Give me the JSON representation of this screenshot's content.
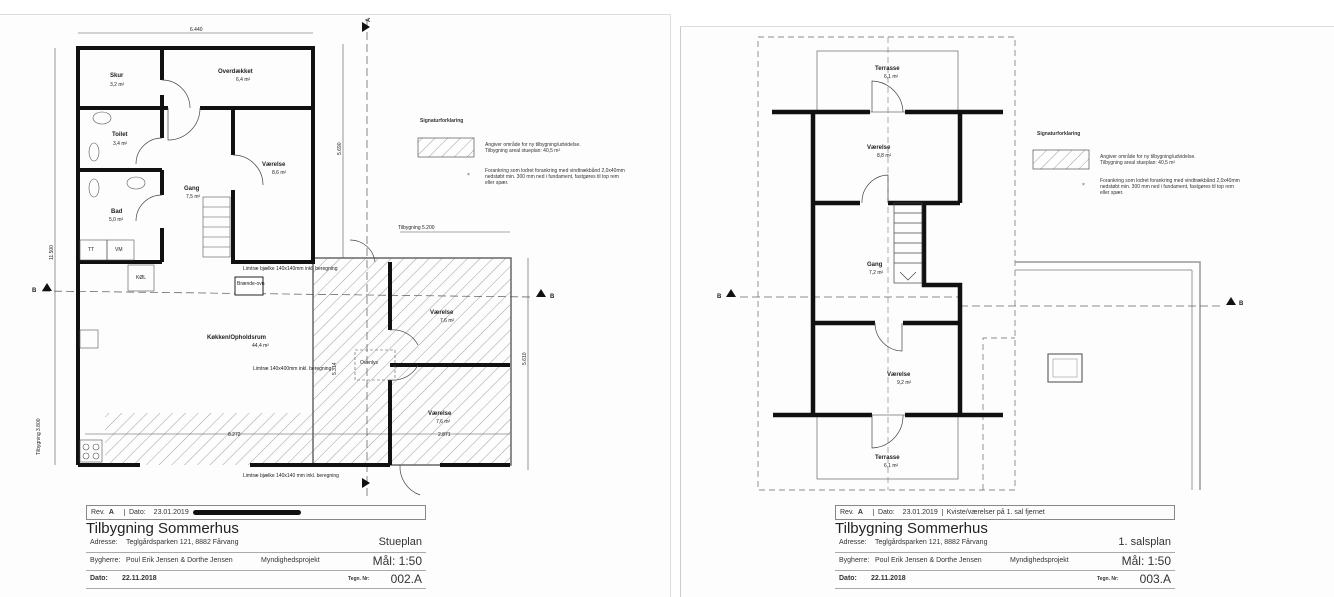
{
  "left_sheet": {
    "rooms": [
      {
        "name": "Skur",
        "area": "3,2 m²"
      },
      {
        "name": "Overdækket",
        "area": "6,4 m²"
      },
      {
        "name": "Toilet",
        "area": "3,4 m²"
      },
      {
        "name": "Værelse",
        "area": "8,6 m²"
      },
      {
        "name": "Gang",
        "area": "7,5 m²"
      },
      {
        "name": "Bad",
        "area": "5,0 m²"
      },
      {
        "name": "Køkken/Opholdsrum",
        "area": "44,4 m²"
      },
      {
        "name": "Værelse",
        "area": "7,6 m²"
      },
      {
        "name": "Værelse",
        "area": "7,6 m²"
      }
    ],
    "fixtures": {
      "tt": "TT",
      "vm": "VM",
      "kol": "KØL",
      "stove": "Brænde-ovn",
      "overlys": "Ovenlys"
    },
    "dimensions": {
      "top": "6.440",
      "left": "11.500",
      "right_upper": "5.690",
      "right_lower": "5.610",
      "tilbygning": "Tilbygning 5.200",
      "bottom_a": "8.272",
      "bottom_b": "2.871",
      "inner": "5.314",
      "tilbygning_left": "Tilbygning 3.800"
    },
    "notes": {
      "lintel1": "Limtræ bjælke 140x140mm inkl. beregning",
      "lintel2": "Limtræ 140x400mm inkl. beregning",
      "lintel3": "Limtræ bjælke 140x140 mm inkl. beregning"
    },
    "section_marks": {
      "a": "A",
      "b": "B"
    },
    "legend": {
      "title": "Signaturforklaring",
      "hatch_text_1": "Angiver område for ny tilbygning/udvidelse.",
      "hatch_text_2": "Tilbygning areal stueplan: 40,5 m²",
      "anchor_text_1": "Forankring som lodret forankring med vindtrækbånd 2,0x40mm",
      "anchor_text_2": "nedstøbt min. 300 mm ned i fundament, fastgøres til top rem",
      "anchor_text_3": "eller spær.",
      "anchor_symbol": "×"
    },
    "title_block": {
      "rev_label": "Rev.",
      "rev": "A",
      "date_label": "Dato:",
      "rev_date": "23.01.2019",
      "title": "Tilbygning Sommerhus",
      "address_label": "Adresse:",
      "address": "Teglgårdsparken 121, 8882 Fårvang",
      "plan": "Stueplan",
      "client_label": "Bygherre:",
      "client": "Poul Erik Jensen & Dorthe Jensen",
      "project_type": "Myndighedsprojekt",
      "scale": "Mål: 1:50",
      "date": "22.11.2018",
      "drawing_no_label": "Tegn. Nr:",
      "drawing_no": "002.A"
    }
  },
  "right_sheet": {
    "rooms": [
      {
        "name": "Terrasse",
        "area": "6,1 m²"
      },
      {
        "name": "Værelse",
        "area": "8,8 m²"
      },
      {
        "name": "Gang",
        "area": "7,2 m²"
      },
      {
        "name": "Værelse",
        "area": "9,2 m²"
      },
      {
        "name": "Terrasse",
        "area": "6,1 m²"
      }
    ],
    "section_marks": {
      "b": "B"
    },
    "legend": {
      "title": "Signaturforklaring",
      "hatch_text_1": "Angiver område for ny tilbygning/udvidelse.",
      "hatch_text_2": "Tilbygning areal stueplan: 40,5 m²",
      "anchor_text_1": "Forankring som lodret forankring med vindtrækbånd 2,0x40mm",
      "anchor_text_2": "nedstøbt min. 300 mm ned i fundament, fastgøres til top rem",
      "anchor_text_3": "eller spær.",
      "anchor_symbol": "×"
    },
    "title_block": {
      "rev_label": "Rev.",
      "rev": "A",
      "date_label": "Dato:",
      "rev_date": "23.01.2019",
      "rev_note": "Kviste/værelser på 1. sal fjernet",
      "title": "Tilbygning Sommerhus",
      "address_label": "Adresse:",
      "address": "Teglgårdsparken 121, 8882 Fårvang",
      "plan": "1. salsplan",
      "client_label": "Bygherre:",
      "client": "Poul Erik Jensen & Dorthe Jensen",
      "project_type": "Myndighedsprojekt",
      "scale": "Mål: 1:50",
      "date": "22.11.2018",
      "drawing_no_label": "Tegn. Nr:",
      "drawing_no": "003.A"
    }
  }
}
